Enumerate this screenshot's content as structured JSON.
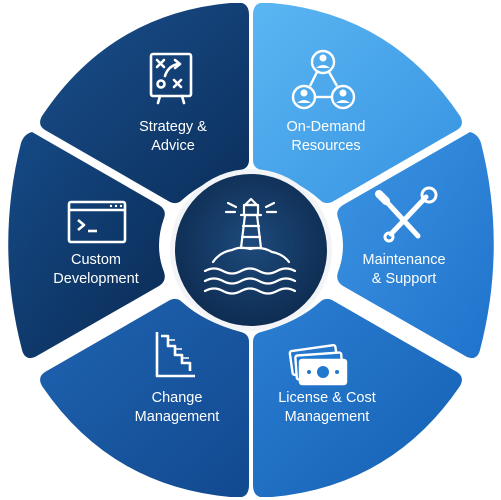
{
  "segments": [
    {
      "line1": "Strategy &",
      "line2": "Advice",
      "icon": "strategy-board-icon",
      "color": "#0f3c71"
    },
    {
      "line1": "On-Demand",
      "line2": "Resources",
      "icon": "people-network-icon",
      "color": "#45a4ec"
    },
    {
      "line1": "Maintenance",
      "line2": "& Support",
      "icon": "wrench-screwdriver-icon",
      "color": "#2d86d9"
    },
    {
      "line1": "License & Cost",
      "line2": "Management",
      "icon": "money-bills-icon",
      "color": "#1b6ec7"
    },
    {
      "line1": "Change",
      "line2": "Management",
      "icon": "stair-chart-icon",
      "color": "#1a5aa8"
    },
    {
      "line1": "Custom",
      "line2": "Development",
      "icon": "terminal-window-icon",
      "color": "#0e3565"
    }
  ],
  "center": {
    "icon": "lighthouse-icon",
    "color": "#13365f"
  }
}
